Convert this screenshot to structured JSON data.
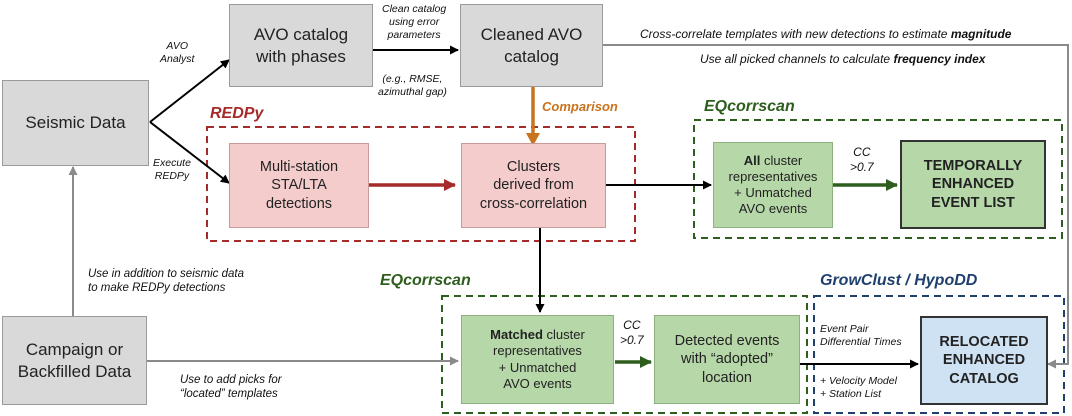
{
  "boxes": {
    "seismic_data": "Seismic Data",
    "avo_catalog_1": "AVO catalog",
    "avo_catalog_2": "with phases",
    "cleaned_1": "Cleaned AVO",
    "cleaned_2": "catalog",
    "campaign_1": "Campaign or",
    "campaign_2": "Backfilled Data",
    "multistation_1": "Multi-station",
    "multistation_2": "STA/LTA",
    "multistation_3": "detections",
    "clusters_1": "Clusters",
    "clusters_2": "derived from",
    "clusters_3": "cross-correlation",
    "all_bold": "All",
    "all_1": " cluster",
    "all_2": "representatives",
    "all_3": "+ Unmatched",
    "all_4": "AVO events",
    "temporal_1": "TEMPORALLY",
    "temporal_2": "ENHANCED",
    "temporal_3": "EVENT LIST",
    "matched_bold": "Matched",
    "matched_1": " cluster",
    "matched_2": "representatives",
    "matched_3": "+ Unmatched",
    "matched_4": "AVO events",
    "detected_1": "Detected events",
    "detected_2": "with “adopted”",
    "detected_3": "location",
    "relocated_1": "RELOCATED",
    "relocated_2": "ENHANCED",
    "relocated_3": "CATALOG"
  },
  "regions": {
    "redpy": "REDPy",
    "eqcorrscan_top": "EQcorrscan",
    "eqcorrscan_bottom": "EQcorrscan",
    "growclust": "GrowClust / HypoDD"
  },
  "labels": {
    "avo_analyst_1": "AVO",
    "avo_analyst_2": "Analyst",
    "execute_1": "Execute",
    "execute_2": "REDPy",
    "clean_1": "Clean catalog",
    "clean_2": "using error",
    "clean_3": "parameters",
    "rmse_1": "(e.g., RMSE,",
    "rmse_2": "azimuthal gap)",
    "comparison": "Comparison",
    "cc_top_1": "CC",
    "cc_top_2": ">0.7",
    "cc_bottom_1": "CC",
    "cc_bottom_2": ">0.7",
    "use_in_addition_1": "Use in addition to seismic data",
    "use_in_addition_2": "to make REDPy detections",
    "use_to_add_1": "Use to add picks for",
    "use_to_add_2": "“located” templates",
    "event_pair_1": "Event Pair",
    "event_pair_2": "Differential Times",
    "velocity_1": "+ Velocity Model",
    "velocity_2": "+ Station List",
    "cross_corr_prefix": "Cross-correlate templates with new detections to estimate ",
    "cross_corr_bold": "magnitude",
    "picked_prefix": "Use all picked channels to calculate ",
    "picked_bold": "frequency index"
  },
  "colors": {
    "redpy": "#a52a2a",
    "eqcorrscan": "#2e5e1e",
    "growclust": "#1f3f6e",
    "comparison": "#c8731e"
  }
}
